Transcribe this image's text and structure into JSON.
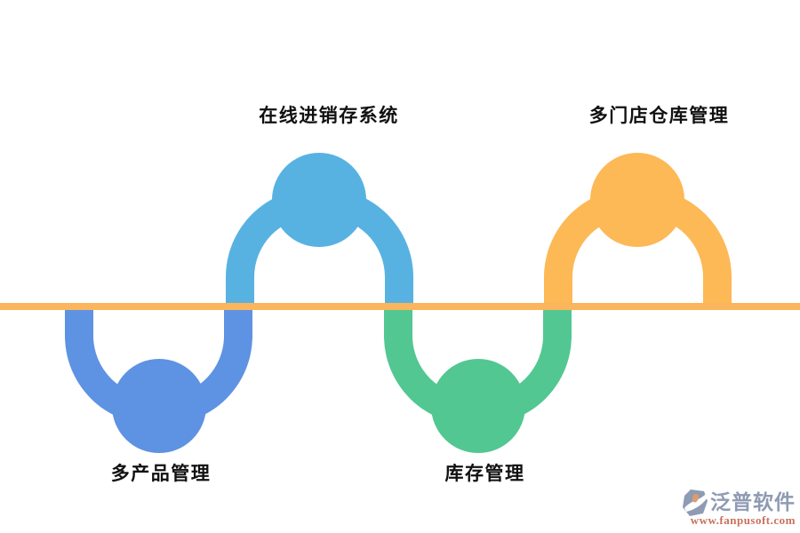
{
  "diagram": {
    "background_color": "#ffffff",
    "timeline_color": "#FBB55C",
    "nodes": [
      {
        "label": "多产品管理",
        "color": "#5E92E2",
        "position": "below"
      },
      {
        "label": "在线进销存系统",
        "color": "#57B2E2",
        "position": "above"
      },
      {
        "label": "库存管理",
        "color": "#52C792",
        "position": "below"
      },
      {
        "label": "多门店仓库管理",
        "color": "#FCB956",
        "position": "above"
      }
    ]
  },
  "watermark": {
    "brand": "泛普软件",
    "url": "www.fanpusoft.com",
    "brand_color": "#8E9BB3",
    "url_color": "#C9705C",
    "icon": "fanpu-logo-icon"
  }
}
